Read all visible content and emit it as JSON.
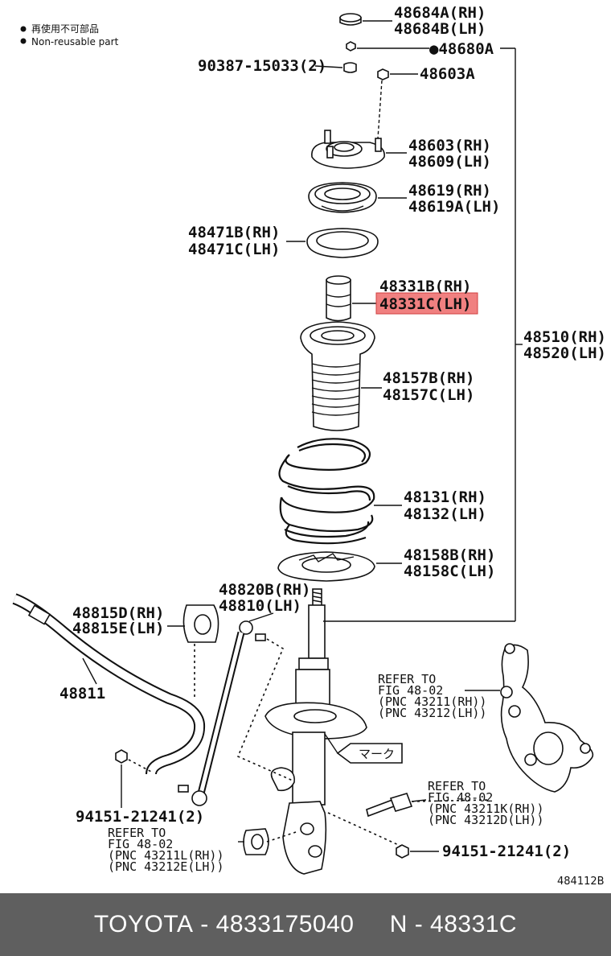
{
  "legend": {
    "items": [
      {
        "symbol": "●",
        "text": "再使用不可部品"
      },
      {
        "symbol": "●",
        "text": "Non-reusable part"
      }
    ]
  },
  "callouts": {
    "c48684": [
      "48684A(RH)",
      "48684B(LH)"
    ],
    "c48680": "●48680A",
    "c90387": "90387-15033(2)",
    "c48603a": "48603A",
    "c48603": [
      "48603(RH)",
      "48609(LH)"
    ],
    "c48619": [
      "48619(RH)",
      "48619A(LH)"
    ],
    "c48471": [
      "48471B(RH)",
      "48471C(LH)"
    ],
    "c48331": [
      "48331B(RH)",
      "48331C(LH)"
    ],
    "c48510": [
      "48510(RH)",
      "48520(LH)"
    ],
    "c48157": [
      "48157B(RH)",
      "48157C(LH)"
    ],
    "c48131": [
      "48131(RH)",
      "48132(LH)"
    ],
    "c48158": [
      "48158B(RH)",
      "48158C(LH)"
    ],
    "c48820": [
      "48820B(RH)",
      "48810(LH)"
    ],
    "c48815": [
      "48815D(RH)",
      "48815E(LH)"
    ],
    "c48811": "48811",
    "ref1": [
      "REFER TO",
      "FIG 48-02",
      "(PNC 43211(RH))",
      "(PNC 43212(LH))"
    ],
    "mark": "マーク",
    "ref2": [
      "REFER TO",
      "FIG 48-02",
      "(PNC 43211K(RH))",
      "(PNC 43212D(LH))"
    ],
    "c94151a": "94151-21241(2)",
    "ref3": [
      "REFER TO",
      "FIG 48-02",
      "(PNC 43211L(RH))",
      "(PNC 43212E(LH))"
    ],
    "c94151b": "94151-21241(2)",
    "diagram_id": "484112B"
  },
  "highlight": {
    "color": "#f08080",
    "target": "48331C(LH)"
  },
  "footer": {
    "brand": "TOYOTA",
    "part_number": "4833175040",
    "ref_number": "N - 48331C",
    "separator": " - "
  }
}
